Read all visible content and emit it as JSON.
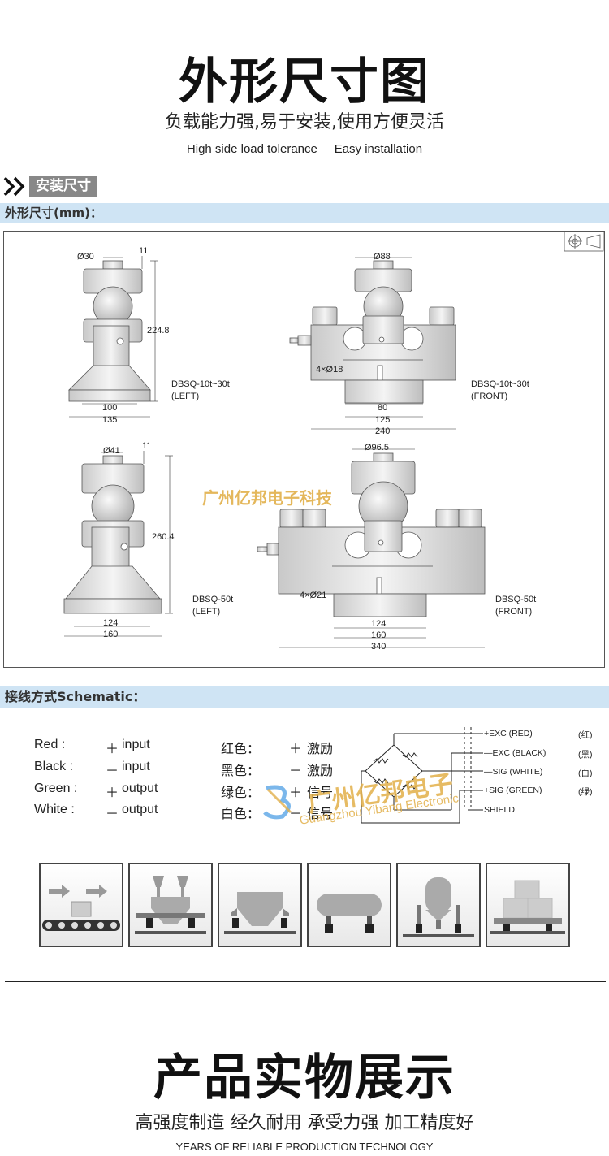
{
  "section1": {
    "title": "外形尺寸图",
    "subtitle": "负载能力强,易于安装,使用方便灵活",
    "subtitle_en_1": "High side load tolerance",
    "subtitle_en_2": "Easy installation",
    "tag": "安装尺寸",
    "dims_label": "外形尺寸(mm)："
  },
  "drawing": {
    "top_left": {
      "d_top": "Ø30",
      "d_gap": "11",
      "height": "224.8",
      "w1": "100",
      "w2": "135",
      "model": "DBSQ-10t~30t",
      "view": "(LEFT)"
    },
    "top_front": {
      "d_top": "Ø88",
      "holes": "4×Ø18",
      "w1": "80",
      "w2": "125",
      "w3": "240",
      "model": "DBSQ-10t~30t",
      "view": "(FRONT)"
    },
    "bot_left": {
      "d_top": "Ø41",
      "d_gap": "11",
      "height": "260.4",
      "w1": "124",
      "w2": "160",
      "model": "DBSQ-50t",
      "view": "(LEFT)"
    },
    "bot_front": {
      "d_top": "Ø96.5",
      "holes": "4×Ø21",
      "w1": "124",
      "w2": "160",
      "w3": "340",
      "model": "DBSQ-50t",
      "view": "(FRONT)"
    },
    "watermark": "广州亿邦电子科技"
  },
  "wiring": {
    "label": "接线方式Schematic：",
    "rows": [
      {
        "color_en": "Red :",
        "sign": "＋",
        "func_en": "input",
        "color_cn": "红色：",
        "func_cn": "激励"
      },
      {
        "color_en": "Black :",
        "sign": "－",
        "func_en": "input",
        "color_cn": "黑色：",
        "func_cn": "激励"
      },
      {
        "color_en": "Green :",
        "sign": "＋",
        "func_en": "output",
        "color_cn": "绿色：",
        "func_cn": "信号"
      },
      {
        "color_en": "White :",
        "sign": "－",
        "func_en": "output",
        "color_cn": "白色：",
        "func_cn": "信号"
      }
    ],
    "bridge_labels": [
      "+EXC (RED)",
      "—EXC (BLACK)",
      "—SIG (WHITE)",
      "+SIG (GREEN)",
      "SHIELD"
    ],
    "bridge_cn": [
      "(红)",
      "(黑)",
      "(白)",
      "(绿)"
    ],
    "watermark_cn": "广州亿邦电子",
    "watermark_en": "Guangzhou Yibang Electronic"
  },
  "applications": [
    "conveyor",
    "twin-hopper",
    "hopper",
    "horizontal-tank",
    "vertical-tank",
    "platform"
  ],
  "section2": {
    "title": "产品实物展示",
    "subtitle": "高强度制造 经久耐用 承受力强 加工精度好",
    "subtitle_en": "YEARS OF RELIABLE PRODUCTION TECHNOLOGY"
  }
}
